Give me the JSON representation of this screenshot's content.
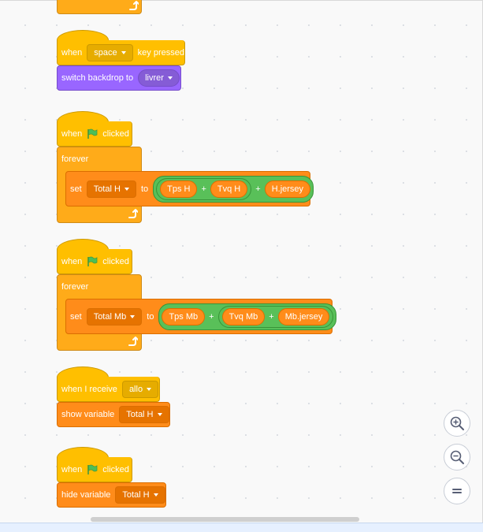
{
  "blocks": {
    "stack_backdrop": {
      "when": "when",
      "key": "space",
      "key_pressed": "key pressed",
      "switch_backdrop": "switch backdrop to",
      "backdrop": "livrer"
    },
    "stack_total_h": {
      "when": "when",
      "clicked": "clicked",
      "forever": "forever",
      "set": "set",
      "variable": "Total H",
      "to": "to",
      "term1": "Tps H",
      "term2": "Tvq H",
      "term3": "H.jersey",
      "plus": "+"
    },
    "stack_total_mb": {
      "when": "when",
      "clicked": "clicked",
      "forever": "forever",
      "set": "set",
      "variable": "Total Mb",
      "to": "to",
      "term1": "Tps Mb",
      "term2": "Tvq Mb",
      "term3": "Mb.jersey",
      "plus": "+"
    },
    "stack_receive": {
      "when_i_receive": "when I receive",
      "message": "allo",
      "show_variable": "show variable",
      "variable": "Total H"
    },
    "stack_hide": {
      "when": "when",
      "clicked": "clicked",
      "hide_variable": "hide variable",
      "variable": "Total H"
    }
  },
  "icons": {
    "flag": "green-flag-icon",
    "loop": "loop-arrow-icon",
    "zoom_in": "zoom-in-icon",
    "zoom_out": "zoom-out-icon",
    "zoom_reset": "zoom-reset-icon"
  },
  "colors": {
    "events": "#ffbf00",
    "control": "#ffab19",
    "variables": "#ff8c1a",
    "looks": "#9966ff",
    "operators": "#59c059",
    "flag": "#4cbf56"
  }
}
